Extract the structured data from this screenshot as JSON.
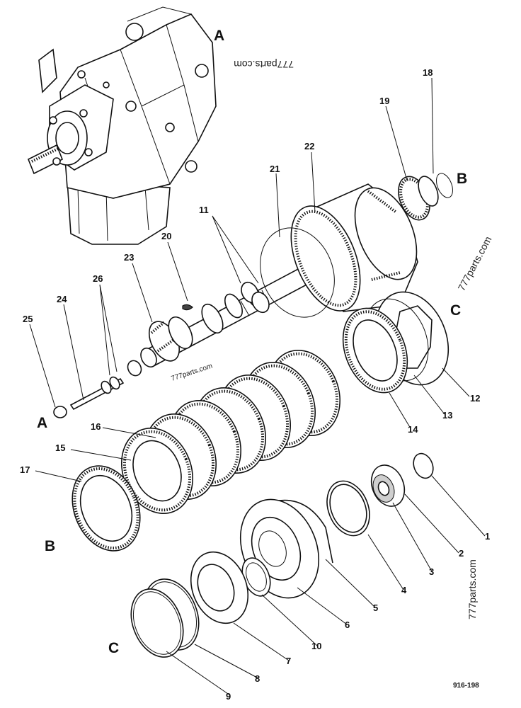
{
  "figure": {
    "reference_code": "916-198",
    "watermarks": {
      "mirrored_top": "777parts.com",
      "right_top": "777parts.com",
      "center": "777parts.com",
      "right_bottom": "777parts.com"
    },
    "connection_letters": {
      "a_top": "A",
      "a_bottom": "A",
      "b_right": "B",
      "b_left": "B",
      "c_right": "C",
      "c_bottom": "C"
    },
    "callouts": {
      "p1": "1",
      "p2": "2",
      "p3": "3",
      "p4": "4",
      "p5": "5",
      "p6": "6",
      "p7": "7",
      "p8": "8",
      "p9": "9",
      "p10": "10",
      "p11": "11",
      "p12": "12",
      "p13": "13",
      "p14": "14",
      "p15": "15",
      "p16": "16",
      "p17": "17",
      "p18": "18",
      "p19": "19",
      "p20": "20",
      "p21": "21",
      "p22": "22",
      "p23": "23",
      "p24": "24",
      "p25": "25",
      "p26": "26"
    }
  }
}
